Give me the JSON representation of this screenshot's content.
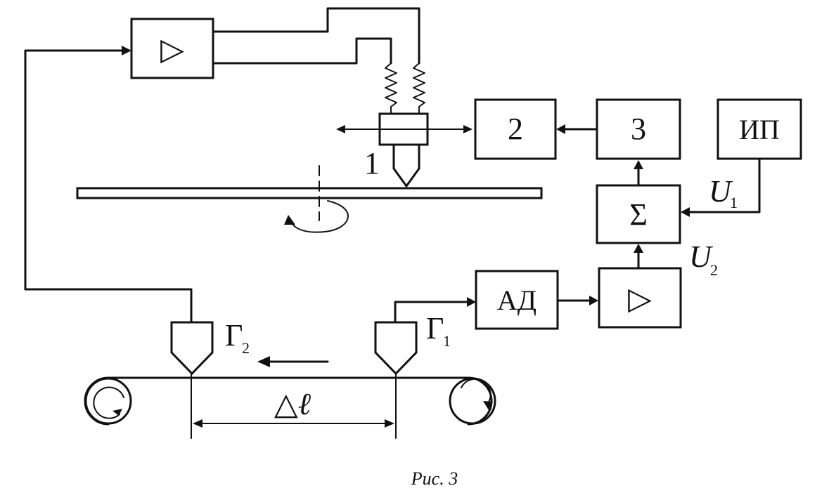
{
  "figure": {
    "caption": "Рис. 3",
    "blocks": {
      "amp_top": "▷",
      "block_2": "2",
      "block_3": "3",
      "power_source": "ИП",
      "summator": "Σ",
      "ad": "АД",
      "amp_bottom": "▷"
    },
    "labels": {
      "item_1": "1",
      "u1": "U",
      "u1_sub": "1",
      "u2": "U",
      "u2_sub": "2",
      "head_g1": "Г",
      "head_g1_sub": "1",
      "head_g2": "Г",
      "head_g2_sub": "2",
      "delta_l": "△ℓ"
    }
  }
}
